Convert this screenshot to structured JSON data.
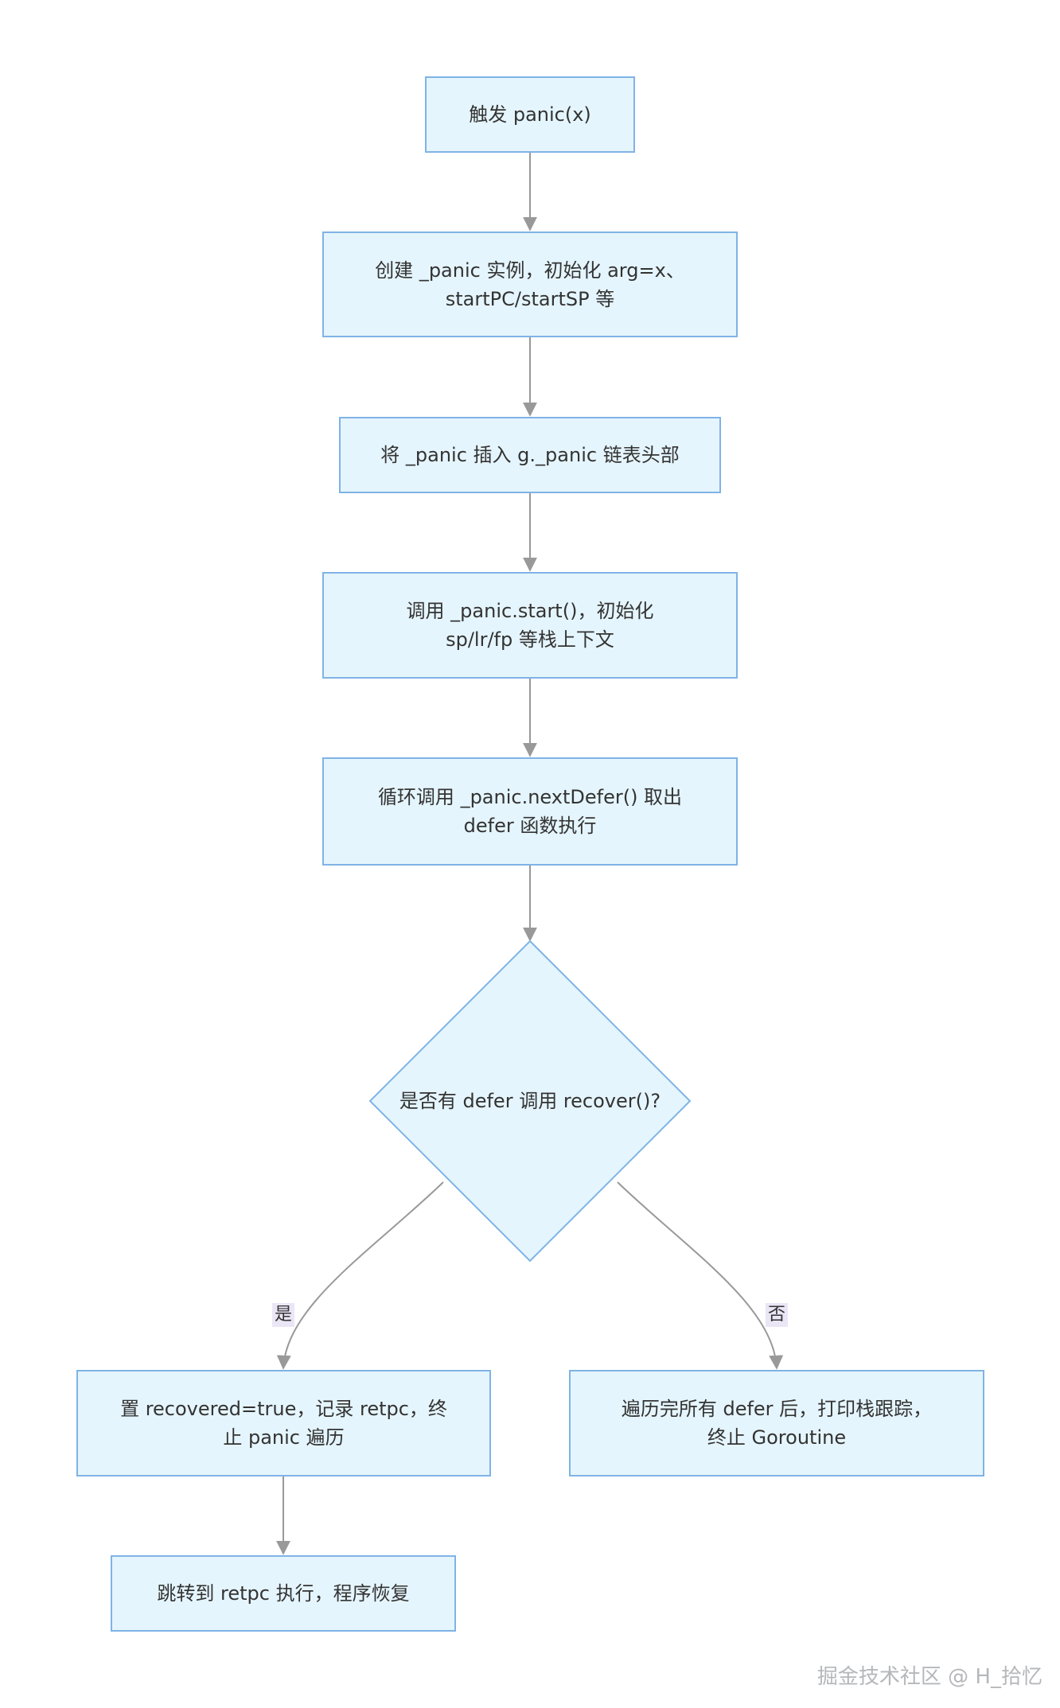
{
  "diagram": {
    "nodes": {
      "trigger": "触发 panic(x)",
      "create": "创建 _panic 实例，初始化 arg=x、\nstartPC/startSP 等",
      "insert": "将 _panic 插入 g._panic 链表头部",
      "start": "调用 _panic.start()，初始化\nsp/lr/fp 等栈上下文",
      "loop": "循环调用 _panic.nextDefer() 取出\ndefer 函数执行",
      "decision": "是否有 defer 调用 recover()?",
      "recovered": "置 recovered=true，记录 retpc，终\n止 panic 遍历",
      "crash": "遍历完所有 defer 后，打印栈跟踪，\n终止 Goroutine",
      "jump": "跳转到 retpc 执行，程序恢复"
    },
    "edge_labels": {
      "yes": "是",
      "no": "否"
    },
    "colors": {
      "node_fill": "#e5f5fd",
      "node_border": "#7fb3e6",
      "edge": "#999999",
      "label_bg": "#ebe6f6"
    }
  },
  "watermark": "掘金技术社区 @ H_拾忆"
}
